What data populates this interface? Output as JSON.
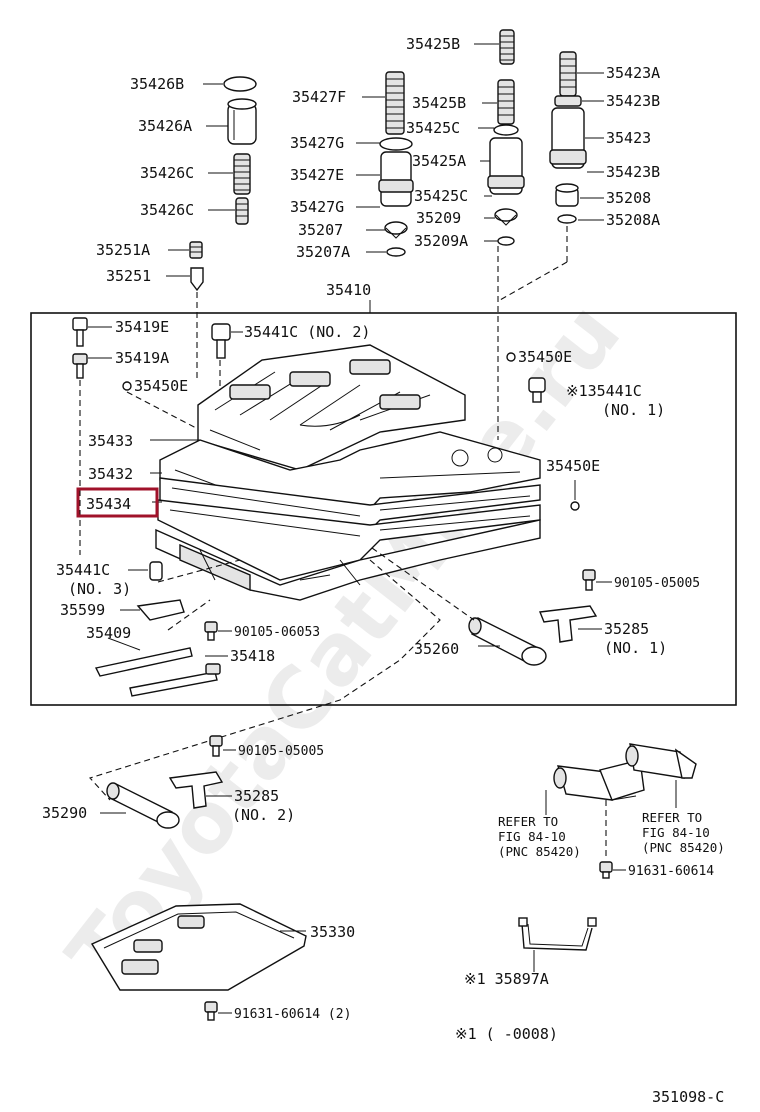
{
  "watermark": "ToyotaCatMine.ru",
  "drawing_code": "351098-C",
  "footnote": "※1 (      -0008)",
  "highlighted_part": "35434",
  "callouts": {
    "p35425B_top": "35425B",
    "p35426B": "35426B",
    "p35423A": "35423A",
    "p35427F": "35427F",
    "p35425B": "35425B",
    "p35423B": "35423B",
    "p35426A": "35426A",
    "p35425C_top": "35425C",
    "p35423": "35423",
    "p35427G_top": "35427G",
    "p35426C_a": "35426C",
    "p35427E": "35427E",
    "p35425A": "35425A",
    "p35423B_b": "35423B",
    "p35426C_b": "35426C",
    "p35427G_b": "35427G",
    "p35425C_b": "35425C",
    "p35208": "35208",
    "p35207": "35207",
    "p35209": "35209",
    "p35208A": "35208A",
    "p35251A": "35251A",
    "p35207A": "35207A",
    "p35209A": "35209A",
    "p35251": "35251",
    "p35410": "35410",
    "p35419E": "35419E",
    "p35441C_no2": "35441C (NO. 2)",
    "p35419A": "35419A",
    "p35450E_a": "35450E",
    "p35450E_b": "35450E",
    "p35441C_no1": "※135441C",
    "p35441C_no1_sub": "(NO. 1)",
    "p35433": "35433",
    "p35432": "35432",
    "p35450E_c": "35450E",
    "p35434": "35434",
    "p35441C_no3": "35441C",
    "p35441C_no3_sub": "(NO. 3)",
    "p90105_05005_a": "90105-05005",
    "p35599": "35599",
    "p90105_06053": "90105-06053",
    "p35285_no1": "35285",
    "p35285_no1_sub": "(NO. 1)",
    "p35409": "35409",
    "p35418": "35418",
    "p35260": "35260",
    "p90105_05005_b": "90105-05005",
    "p35285_no2": "35285",
    "p35285_no2_sub": "(NO. 2)",
    "p35290": "35290",
    "p91631_60614_a": "91631-60614",
    "p35330": "35330",
    "p35897A": "※1 35897A",
    "p91631_60614_b": "91631-60614 (2)"
  },
  "refer_notes": [
    {
      "line1": "REFER TO",
      "line2": "FIG 84-10",
      "line3": "(PNC 85420)"
    },
    {
      "line1": "REFER TO",
      "line2": "FIG 84-10",
      "line3": "(PNC 85420)"
    }
  ],
  "colors": {
    "highlight": "#a0122a",
    "ink": "#111111",
    "watermark": "#c9c9c9"
  }
}
